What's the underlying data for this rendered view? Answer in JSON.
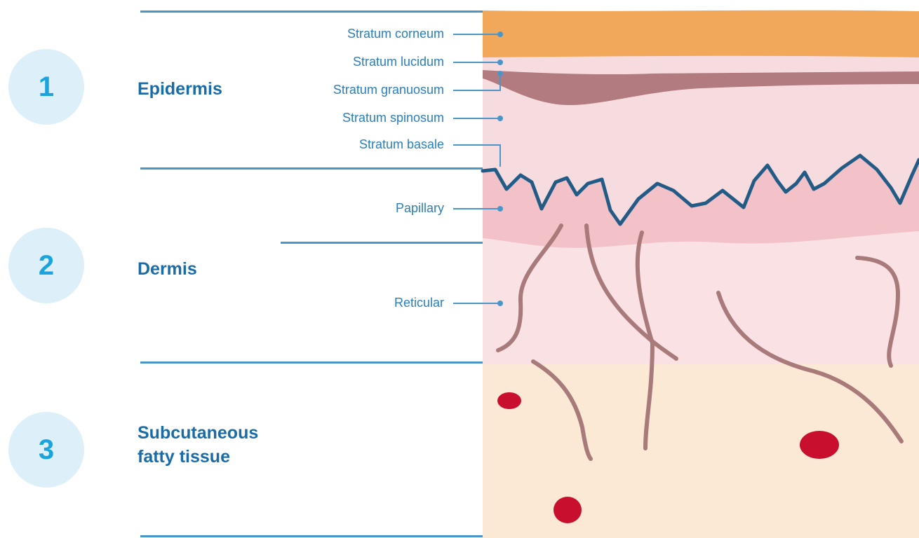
{
  "colors": {
    "line": "#4a96c9",
    "text_dark": "#1a6ca8",
    "number": "#1aa3dc",
    "circle": "#ddeff8",
    "callout_text": "#2a7fbc",
    "corneum": "#f2a85a",
    "epidermis": "#f7dcdf",
    "granulosum": "#b27b80",
    "papillary": "#f2c2c8",
    "reticular": "#fae2e4",
    "subcutaneous": "#fbe9d6",
    "fibers": "#a97a7a",
    "fat_cells": "#c8102e",
    "basement_membrane": "#225c86"
  },
  "layers": [
    {
      "number": "1",
      "title": "Epidermis"
    },
    {
      "number": "2",
      "title": "Dermis"
    },
    {
      "number": "3",
      "title": "Subcutaneous\nfatty tissue"
    }
  ],
  "callouts": [
    "Stratum corneum",
    "Stratum lucidum",
    "Stratum granuosum",
    "Stratum spinosum",
    "Stratum basale",
    "Papillary",
    "Reticular"
  ]
}
